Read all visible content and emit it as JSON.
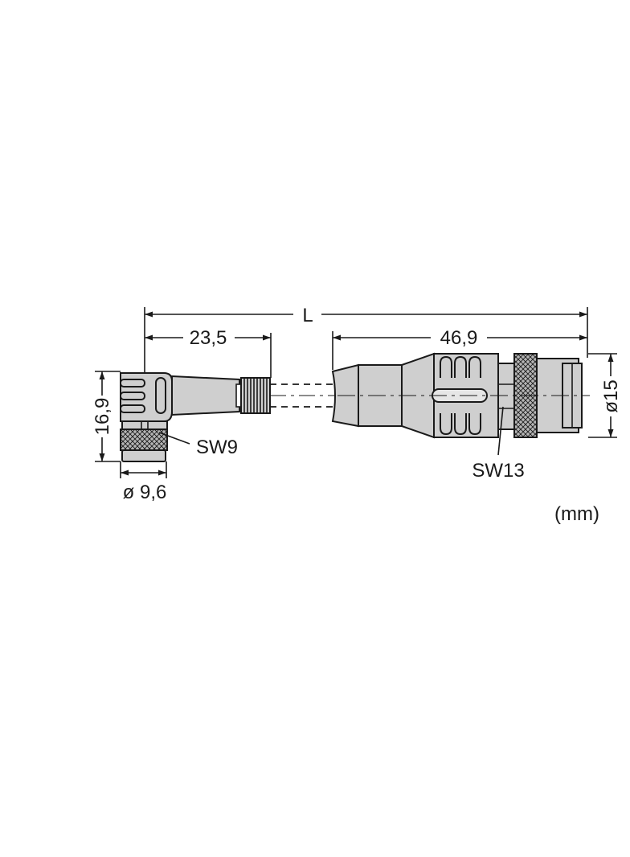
{
  "dimensions": {
    "overall_length": "L",
    "angled_connector_length": "23,5",
    "straight_connector_length": "46,9",
    "angled_connector_height": "16,9",
    "angled_nut_diameter": "ø 9,6",
    "straight_nut_diameter": "ø15"
  },
  "labels": {
    "wrench_size_angled": "SW9",
    "wrench_size_straight": "SW13",
    "units": "(mm)"
  },
  "colors": {
    "line": "#1a1a1a",
    "body_fill": "#cfcfcf",
    "knurl_fill": "#9a9a9a"
  }
}
